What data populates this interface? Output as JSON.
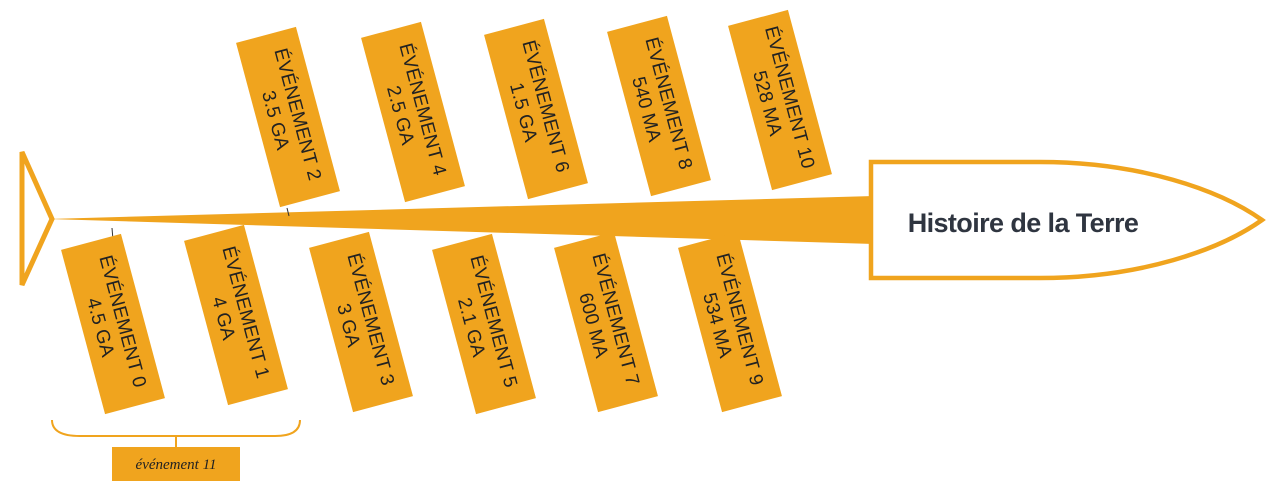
{
  "title": "Histoire de la Terre",
  "colors": {
    "accent": "#f0a41e",
    "text": "#222222",
    "head_text": "#2f3540",
    "background": "#ffffff"
  },
  "top_events": [
    {
      "label": "ÉVÉNEMENT 2",
      "time": "3.5 GA"
    },
    {
      "label": "ÉVÉNEMENT 4",
      "time": "2.5 GA"
    },
    {
      "label": "ÉVÉNEMENT 6",
      "time": "1.5 GA"
    },
    {
      "label": "ÉVÉNEMENT 8",
      "time": "540 MA"
    },
    {
      "label": "ÉVÉNEMENT 10",
      "time": "528 MA"
    }
  ],
  "bottom_events": [
    {
      "label": "ÉVÉNEMENT 0",
      "time": "4.5 GA"
    },
    {
      "label": "ÉVÉNEMENT 1",
      "time": "4 GA"
    },
    {
      "label": "ÉVÉNEMENT 3",
      "time": "3 GA"
    },
    {
      "label": "ÉVÉNEMENT 5",
      "time": "2.1 GA"
    },
    {
      "label": "ÉVÉNEMENT 7",
      "time": "600 MA"
    },
    {
      "label": "ÉVÉNEMENT 9",
      "time": "534 MA"
    }
  ],
  "bracket_label": "événement 11"
}
